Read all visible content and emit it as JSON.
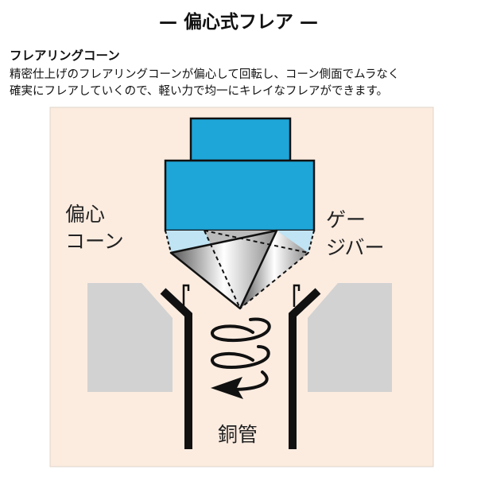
{
  "title": "— 偏心式フレア —",
  "subtitle": "フレアリングコーン",
  "description": [
    "精密仕上げのフレアリングコーンが偏心して回転し、コーン側面でムラなく",
    "確実にフレアしていくので、軽い力で均一にキレイなフレアができます。"
  ],
  "diagram": {
    "label_cone": [
      "偏心",
      "コーン"
    ],
    "label_gauge": [
      "ゲー",
      "ジバー"
    ],
    "label_pipe": "銅管",
    "colors": {
      "background": "#fcece0",
      "tool": "#1ea6d9",
      "tool_light": "#c0e4f4",
      "block": "#d2d2d2"
    }
  }
}
